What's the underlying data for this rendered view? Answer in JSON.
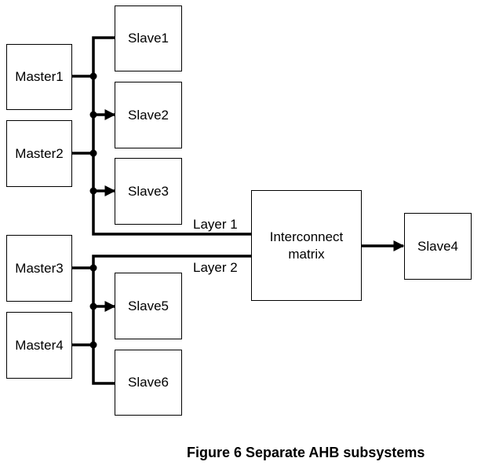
{
  "masters": [
    "Master1",
    "Master2",
    "Master3",
    "Master4"
  ],
  "slaves": [
    "Slave1",
    "Slave2",
    "Slave3",
    "Slave4",
    "Slave5",
    "Slave6"
  ],
  "interconnect": {
    "line1": "Interconnect",
    "line2": "matrix"
  },
  "layers": {
    "layer1": "Layer 1",
    "layer2": "Layer 2"
  },
  "caption": "Figure 6 Separate AHB subsystems"
}
